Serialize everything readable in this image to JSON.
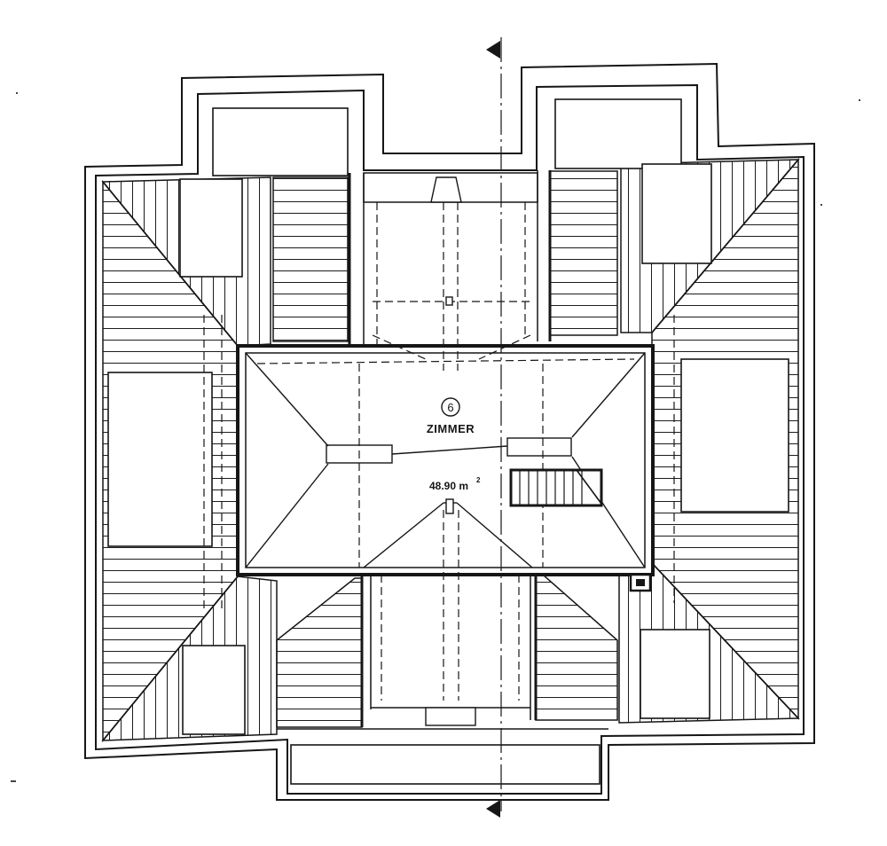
{
  "plan": {
    "room_number": "6",
    "room_name": "ZIMMER",
    "room_area": "48.90 m",
    "room_area_superscript": "2"
  },
  "colors": {
    "ink": "#161616",
    "paper": "#ffffff"
  },
  "icons": [
    "section-arrow-icon",
    "chimney-icon"
  ]
}
